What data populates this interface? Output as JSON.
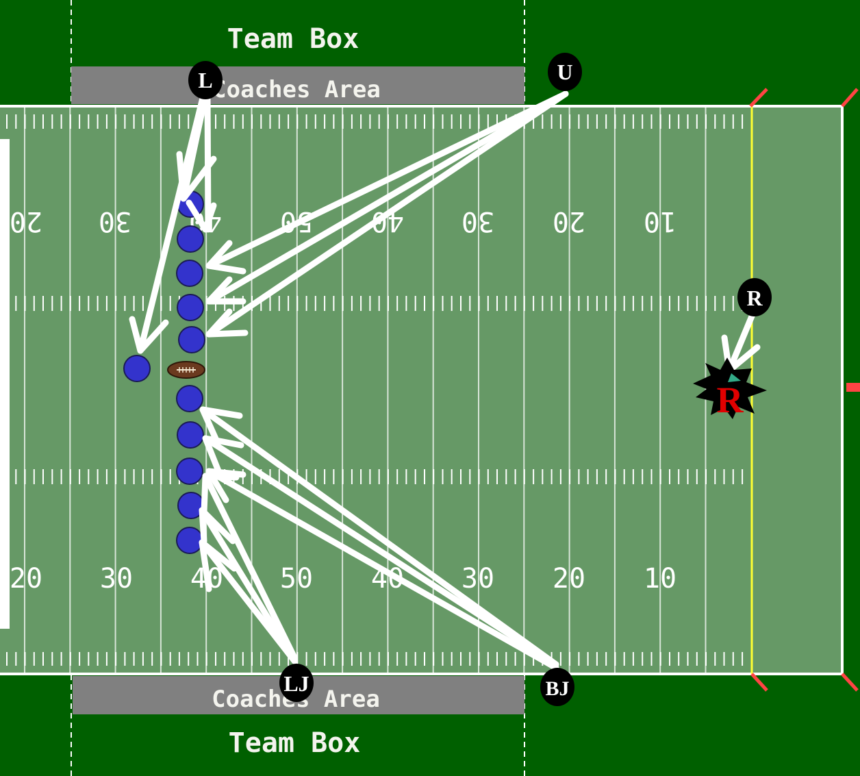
{
  "team_box_label": "Team Box",
  "coaches_area_label": "Coaches Area",
  "yard_numbers": [
    "20",
    "30",
    "40",
    "50",
    "40",
    "30",
    "20",
    "10"
  ],
  "officials": [
    {
      "id": "L",
      "label": "L"
    },
    {
      "id": "U",
      "label": "U"
    },
    {
      "id": "R",
      "label": "R"
    },
    {
      "id": "LJ",
      "label": "LJ"
    },
    {
      "id": "BJ",
      "label": "BJ"
    }
  ],
  "referee_flag_label": "R",
  "colors": {
    "sideline": "#006000",
    "field": "#669966",
    "coaches_area": "#808080",
    "player": "#3333cc",
    "goal_line": "#ffff33",
    "pylon": "#ff4444",
    "arrow": "#ffffff",
    "official": "#000000"
  }
}
